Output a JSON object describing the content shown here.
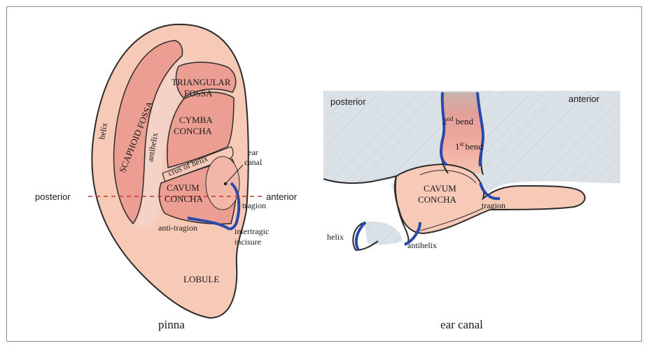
{
  "pinna": {
    "caption": "pinna",
    "labels": {
      "helix": "helix",
      "scaphoid_fossa": "SCAPHOID FOSSA",
      "triangular_1": "TRIANGULAR",
      "triangular_2": "FOSSA",
      "cymba_1": "CYMBA",
      "cymba_2": "CONCHA",
      "antihelix": "antihelix",
      "crus_of_helix": "crus of helix",
      "ear_canal_1": "ear",
      "ear_canal_2": "canal",
      "cavum_1": "CAVUM",
      "cavum_2": "CONCHA",
      "posterior": "posterior",
      "anterior": "anterior",
      "tragion": "tragion",
      "anti_tragion": "anti-tragion",
      "intertragic_1": "intertragic",
      "intertragic_2": "incisure",
      "lobule": "LOBULE"
    }
  },
  "canal": {
    "caption": "ear canal",
    "labels": {
      "posterior": "posterior",
      "anterior": "anterior",
      "second_num": "2",
      "second_sup": "nd",
      "second_word": " bend",
      "first_num": "1",
      "first_sup": "st",
      "first_word": "bend",
      "cavum_1": "CAVUM",
      "cavum_2": "CONCHA",
      "tragion": "tragion",
      "helix": "helix",
      "antihelix": "antihelix"
    }
  },
  "colors": {
    "skin": "#f7c9b7",
    "skin_dark": "#ec9e92",
    "outline": "#2b2b2b",
    "highlight": "#2a49a8",
    "tissue": "#d9e1e6",
    "dashed_line": "#c0392b"
  }
}
